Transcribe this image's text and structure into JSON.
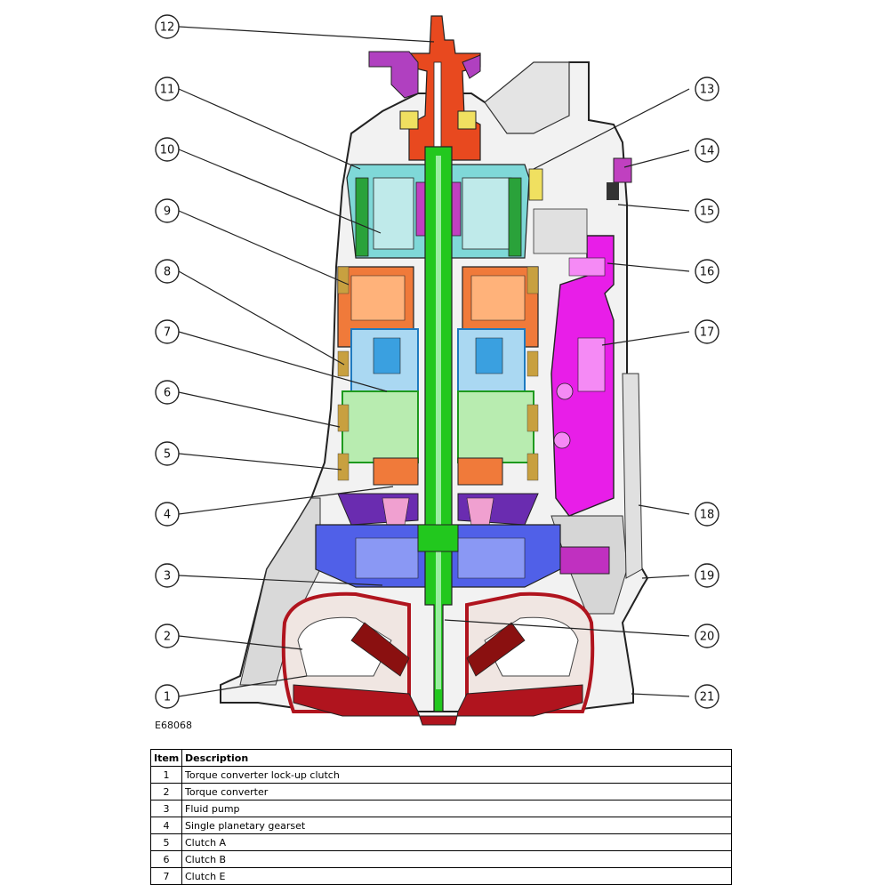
{
  "figure_id": "E68068",
  "callouts": [
    "1",
    "2",
    "3",
    "4",
    "5",
    "6",
    "7",
    "8",
    "9",
    "10",
    "11",
    "12",
    "13",
    "14",
    "15",
    "16",
    "17",
    "18",
    "19",
    "20",
    "21"
  ],
  "table": {
    "headers": {
      "item": "Item",
      "description": "Description"
    },
    "rows": [
      {
        "item": "1",
        "description": "Torque converter lock-up clutch"
      },
      {
        "item": "2",
        "description": "Torque converter"
      },
      {
        "item": "3",
        "description": "Fluid pump"
      },
      {
        "item": "4",
        "description": "Single planetary gearset"
      },
      {
        "item": "5",
        "description": "Clutch A"
      },
      {
        "item": "6",
        "description": "Clutch B"
      },
      {
        "item": "7",
        "description": "Clutch E"
      }
    ]
  },
  "colors": {
    "input_shaft": "#e8491f",
    "main_shaft": "#22c81e",
    "valve_body": "#e81ee8",
    "housing_teal": "#7fd8d8",
    "clutch_orange": "#f07a3a",
    "carrier_blue": "#3aa0e0",
    "pump_blue": "#5060e8",
    "converter_red": "#b0141e",
    "purple": "#6a2cb0"
  }
}
